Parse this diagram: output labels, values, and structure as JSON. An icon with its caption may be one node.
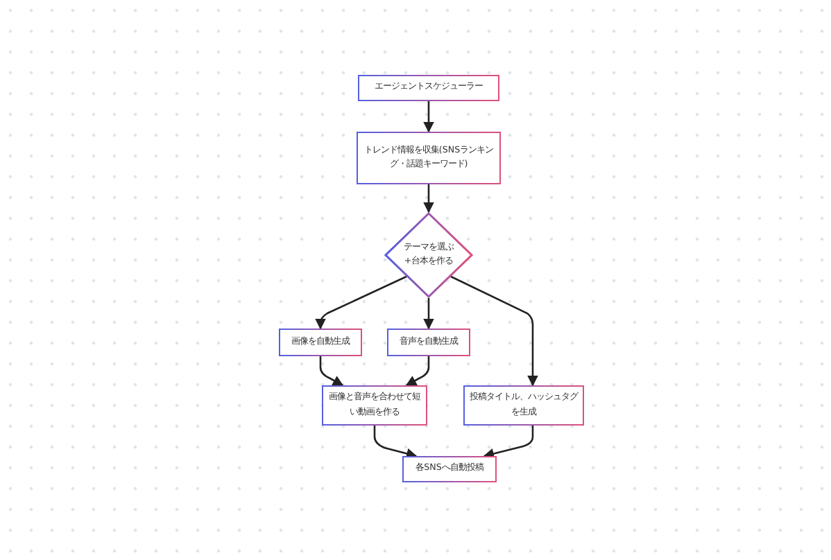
{
  "diagram": {
    "nodes": [
      {
        "text": [
          "エージェントスケジューラー"
        ]
      },
      {
        "text": [
          "トレンド情報を収集(SNSランキング・話題キーワード)"
        ]
      },
      {
        "text": [
          "テーマを選ぶ+台本を作る"
        ]
      },
      {
        "text": [
          "画像を自動生成"
        ]
      },
      {
        "text": [
          "音声を自動生成"
        ]
      },
      {
        "text": [
          "画像と音声を合わせて短い動画を作る"
        ]
      },
      {
        "text": [
          "投稿タイトル、ハッシュタグを生成"
        ]
      },
      {
        "text": [
          "各SNSへ自動投稿"
        ]
      }
    ],
    "edges": [
      {
        "from": 0,
        "to": 1,
        "arrow": "to"
      },
      {
        "from": 1,
        "to": 2,
        "arrow": "to"
      },
      {
        "from": 2,
        "to": 3,
        "arrow": "to"
      },
      {
        "from": 2,
        "to": 4,
        "arrow": "to"
      },
      {
        "from": 2,
        "to": 6,
        "arrow": "to"
      },
      {
        "from": 3,
        "to": 5,
        "arrow": "to"
      },
      {
        "from": 4,
        "to": 5,
        "arrow": "to"
      },
      {
        "from": 5,
        "to": 7,
        "arrow": "to"
      },
      {
        "from": 6,
        "to": 7,
        "arrow": "to"
      }
    ]
  }
}
